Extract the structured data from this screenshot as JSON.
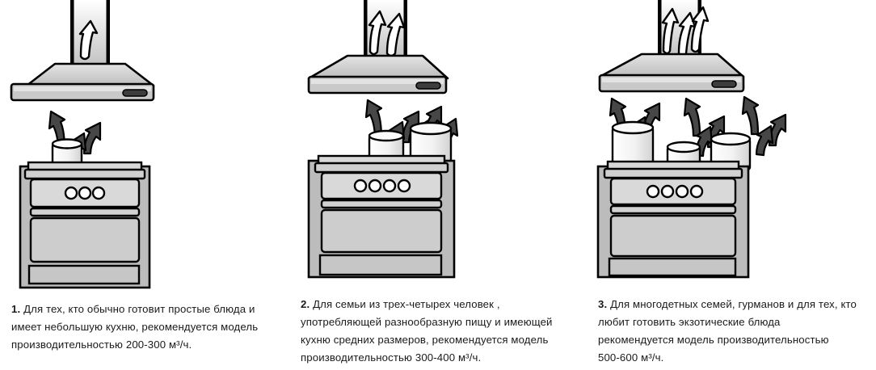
{
  "diagram": {
    "title_absent": true,
    "background_color": "#ffffff",
    "stroke_color": "#000000",
    "body_fill": "#c8c8c8",
    "panel_fill": "#d5d5d5",
    "light_fill": "#efefef",
    "arrow_dark_fill": "#474747",
    "duct_gradient_top": "#ffffff",
    "duct_gradient_bottom": "#c4c4c4"
  },
  "panels": [
    {
      "index": "1",
      "hood": {
        "name": "range-hood-small",
        "duct_arrows": 1,
        "intake_arrows": 2,
        "handle": "hood-control-handle"
      },
      "stove": {
        "name": "cooker-small",
        "knobs": 3,
        "pots": 1,
        "steam_arrows": 3
      },
      "caption": {
        "number": "1.",
        "lines": [
          "Для тех, кто обычно готовит простые блюда и",
          "имеет небольшую кухню, рекомендуется модель",
          "производительностью 200-300 м³/ч."
        ],
        "airflow": "200-300 м³/ч"
      }
    },
    {
      "index": "2",
      "hood": {
        "name": "range-hood-medium",
        "duct_arrows": 2,
        "intake_arrows": 3,
        "handle": "hood-control-handle"
      },
      "stove": {
        "name": "cooker-medium",
        "knobs": 4,
        "pots": 2,
        "steam_arrows": 6
      },
      "caption": {
        "number": "2.",
        "lines": [
          "Для семьи из трех-четырех человек ,",
          "употребляющей разнообразную пищу и имеющей",
          "кухню средних размеров, рекомендуется модель",
          "производительностью 300-400 м³/ч."
        ],
        "airflow": "300-400 м³/ч"
      }
    },
    {
      "index": "3",
      "hood": {
        "name": "range-hood-large",
        "duct_arrows": 3,
        "intake_arrows": 4,
        "handle": "hood-control-handle"
      },
      "stove": {
        "name": "cooker-large",
        "knobs": 4,
        "pots": 3,
        "steam_arrows": 9
      },
      "caption": {
        "number": "3.",
        "lines": [
          "Для многодетных семей, гурманов и для тех, кто",
          "любит готовить экзотические блюда",
          "рекомендуется модель производительностью",
          "500-600 м³/ч."
        ],
        "airflow": "500-600 м³/ч"
      }
    }
  ]
}
